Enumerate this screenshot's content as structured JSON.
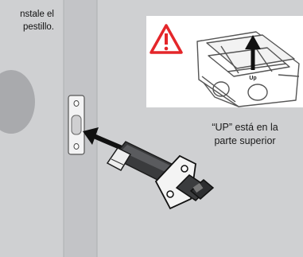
{
  "instruction": {
    "line1": "nstale el",
    "line2": "pestillo."
  },
  "callout": {
    "up_marking": "Up",
    "caption_line1": "“UP” está en la",
    "caption_line2": "parte superior"
  },
  "colors": {
    "warning_red": "#e4262a",
    "door_grey": "#cfd0d2",
    "edge_grey": "#b9babd"
  },
  "icons": [
    "warning-triangle-icon",
    "up-arrow-icon",
    "insert-arrow-icon"
  ]
}
